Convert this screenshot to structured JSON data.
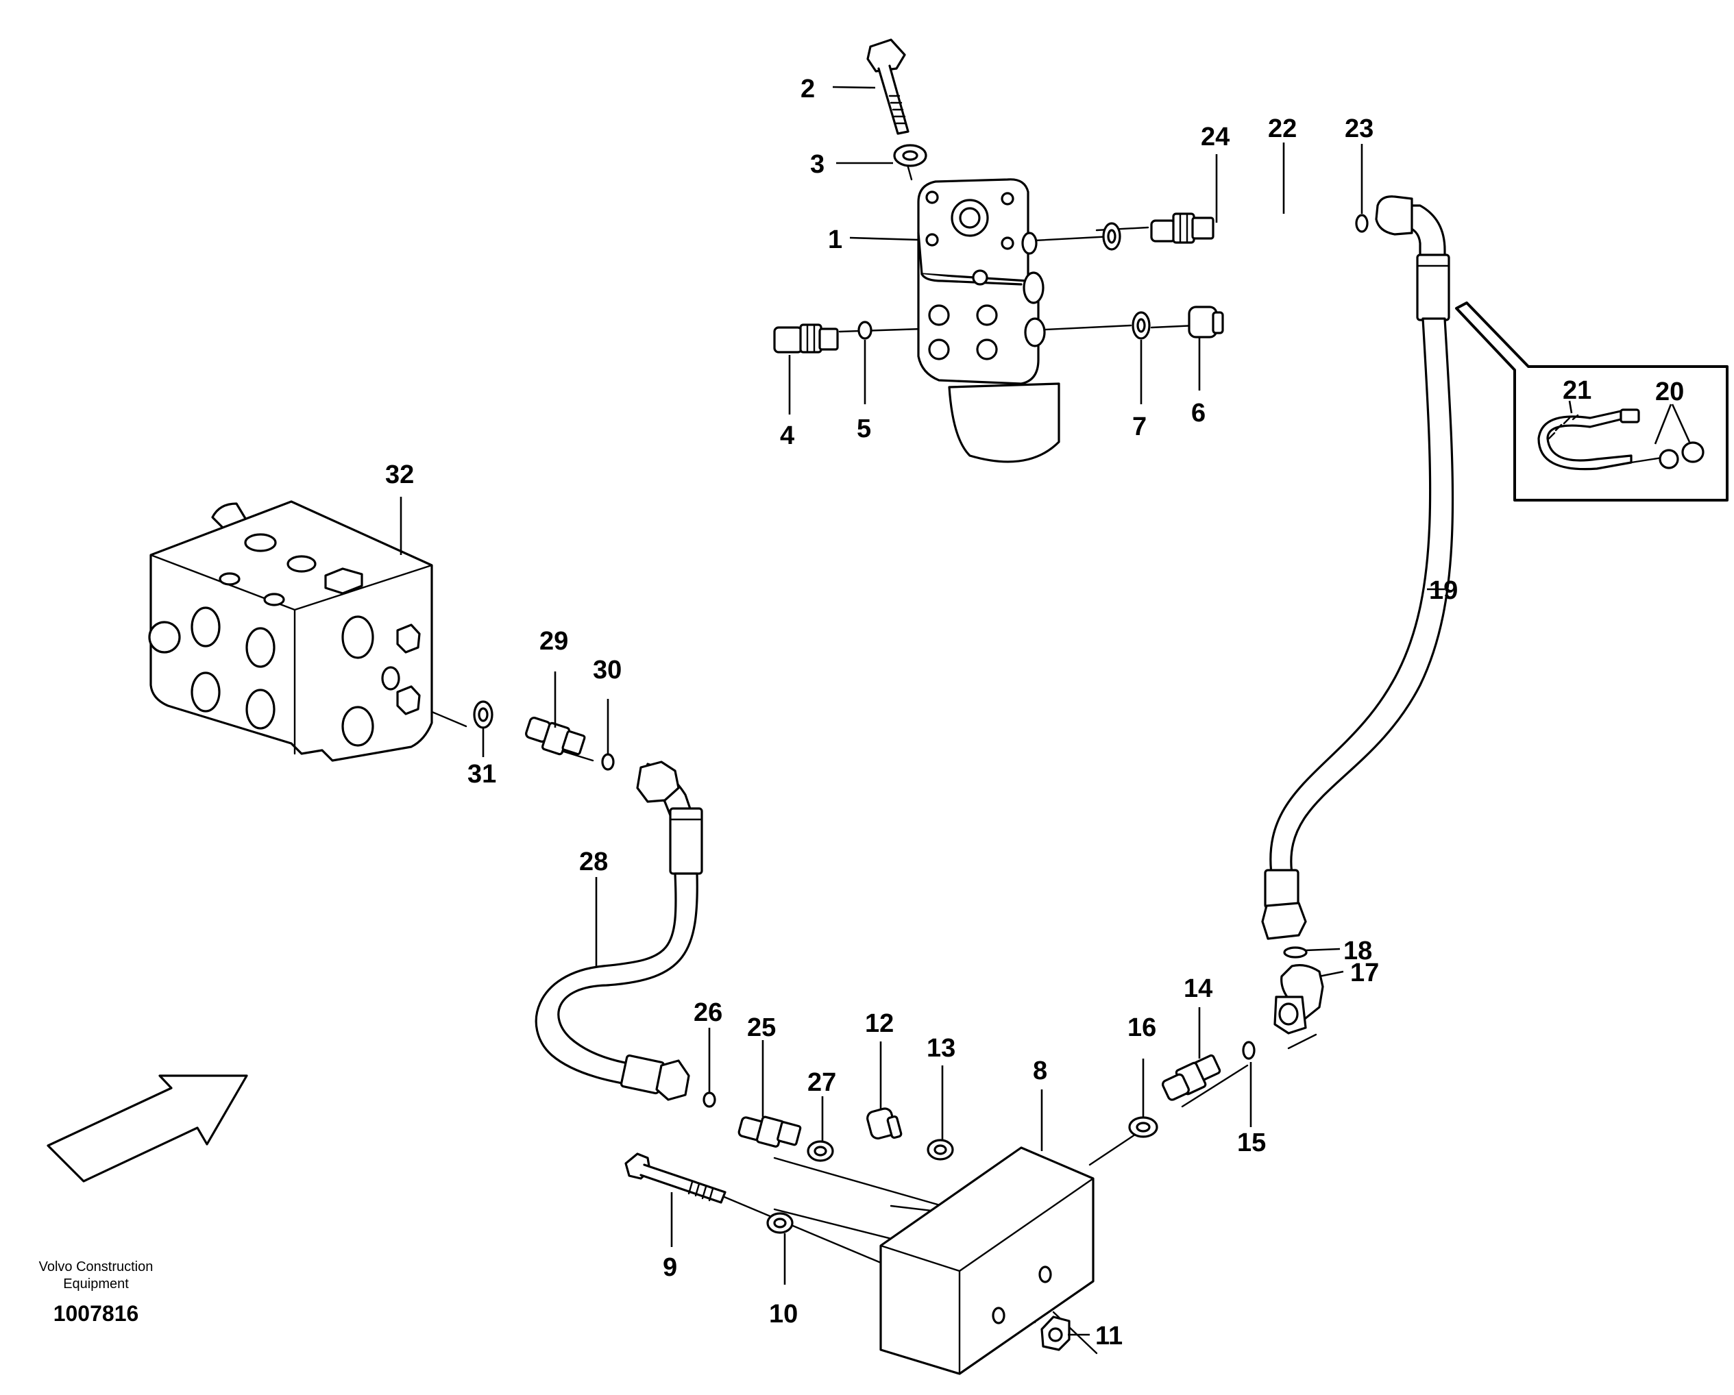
{
  "labels": {
    "l1": "1",
    "l2": "2",
    "l3": "3",
    "l4": "4",
    "l5": "5",
    "l6": "6",
    "l7": "7",
    "l8": "8",
    "l9": "9",
    "l10": "10",
    "l11": "11",
    "l12": "12",
    "l13": "13",
    "l14": "14",
    "l15": "15",
    "l16": "16",
    "l17": "17",
    "l18": "18",
    "l19": "19",
    "l20": "20",
    "l21": "21",
    "l22": "22",
    "l23": "23",
    "l24": "24",
    "l25": "25",
    "l26": "26",
    "l27": "27",
    "l28": "28",
    "l29": "29",
    "l30": "30",
    "l31": "31",
    "l32": "32"
  },
  "credit": {
    "line1": "Volvo Construction",
    "line2": "Equipment"
  },
  "document_number": "1007816"
}
